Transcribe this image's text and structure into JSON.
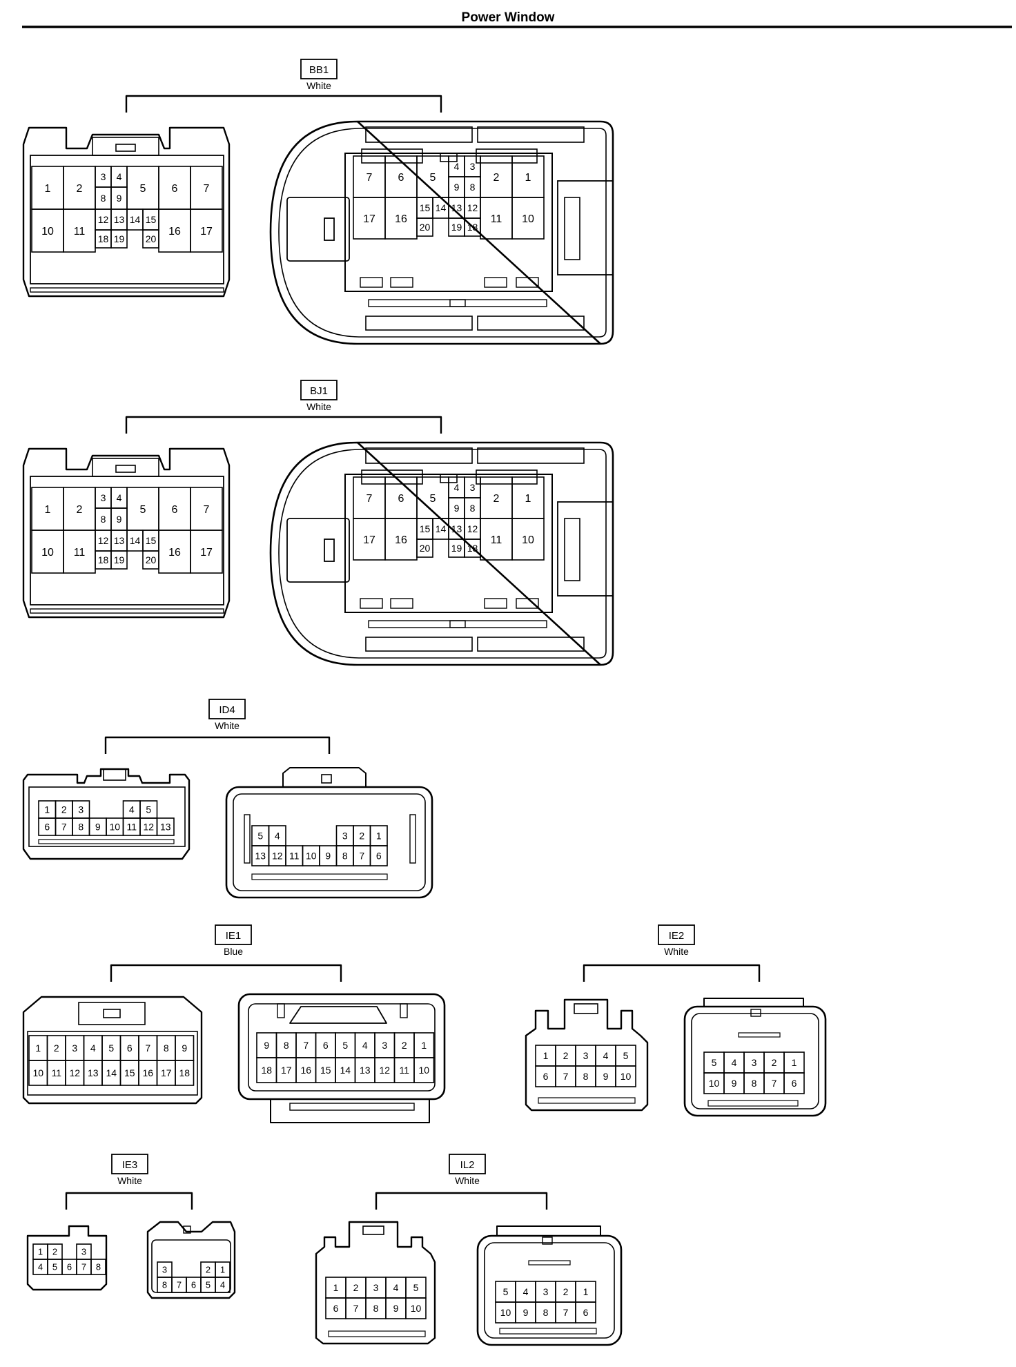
{
  "title": "Power Window",
  "connectors": [
    {
      "id": "BB1",
      "code": "BB1",
      "color": "White",
      "views": [
        {
          "pins": [
            [
              "1",
              "2",
              "3",
              "4",
              "5",
              "6",
              "7"
            ],
            [
              "8",
              "9"
            ],
            [
              "10",
              "11",
              "12",
              "13",
              "14",
              "15",
              "16",
              "17"
            ],
            [
              "18",
              "19",
              "20"
            ]
          ]
        },
        {
          "pins": [
            [
              "7",
              "6",
              "5",
              "4",
              "3",
              "2",
              "1"
            ],
            [
              "9",
              "8"
            ],
            [
              "17",
              "16",
              "15",
              "14",
              "13",
              "12",
              "11",
              "10"
            ],
            [
              "20",
              "19",
              "18"
            ]
          ]
        }
      ]
    },
    {
      "id": "BJ1",
      "code": "BJ1",
      "color": "White",
      "views": [
        {
          "pins": [
            [
              "1",
              "2",
              "3",
              "4",
              "5",
              "6",
              "7"
            ],
            [
              "8",
              "9"
            ],
            [
              "10",
              "11",
              "12",
              "13",
              "14",
              "15",
              "16",
              "17"
            ],
            [
              "18",
              "19",
              "20"
            ]
          ]
        },
        {
          "pins": [
            [
              "7",
              "6",
              "5",
              "4",
              "3",
              "2",
              "1"
            ],
            [
              "9",
              "8"
            ],
            [
              "17",
              "16",
              "15",
              "14",
              "13",
              "12",
              "11",
              "10"
            ],
            [
              "20",
              "19",
              "18"
            ]
          ]
        }
      ]
    },
    {
      "id": "ID4",
      "code": "ID4",
      "color": "White",
      "views": [
        {
          "pins": [
            [
              "1",
              "2",
              "3",
              "4",
              "5"
            ],
            [
              "6",
              "7",
              "8",
              "9",
              "10",
              "11",
              "12",
              "13"
            ]
          ]
        },
        {
          "pins": [
            [
              "5",
              "4",
              "3",
              "2",
              "1"
            ],
            [
              "13",
              "12",
              "11",
              "10",
              "9",
              "8",
              "7",
              "6"
            ]
          ]
        }
      ]
    },
    {
      "id": "IE1",
      "code": "IE1",
      "color": "Blue",
      "views": [
        {
          "pins": [
            [
              "1",
              "2",
              "3",
              "4",
              "5",
              "6",
              "7",
              "8",
              "9"
            ],
            [
              "10",
              "11",
              "12",
              "13",
              "14",
              "15",
              "16",
              "17",
              "18"
            ]
          ]
        },
        {
          "pins": [
            [
              "9",
              "8",
              "7",
              "6",
              "5",
              "4",
              "3",
              "2",
              "1"
            ],
            [
              "18",
              "17",
              "16",
              "15",
              "14",
              "13",
              "12",
              "11",
              "10"
            ]
          ]
        }
      ]
    },
    {
      "id": "IE2",
      "code": "IE2",
      "color": "White",
      "views": [
        {
          "pins": [
            [
              "1",
              "2",
              "3",
              "4",
              "5"
            ],
            [
              "6",
              "7",
              "8",
              "9",
              "10"
            ]
          ]
        },
        {
          "pins": [
            [
              "5",
              "4",
              "3",
              "2",
              "1"
            ],
            [
              "10",
              "9",
              "8",
              "7",
              "6"
            ]
          ]
        }
      ]
    },
    {
      "id": "IE3",
      "code": "IE3",
      "color": "White",
      "views": [
        {
          "pins": [
            [
              "1",
              "2",
              "3"
            ],
            [
              "4",
              "5",
              "6",
              "7",
              "8"
            ]
          ]
        },
        {
          "pins": [
            [
              "3",
              "2",
              "1"
            ],
            [
              "8",
              "7",
              "6",
              "5",
              "4"
            ]
          ]
        }
      ]
    },
    {
      "id": "IL2",
      "code": "IL2",
      "color": "White",
      "views": [
        {
          "pins": [
            [
              "1",
              "2",
              "3",
              "4",
              "5"
            ],
            [
              "6",
              "7",
              "8",
              "9",
              "10"
            ]
          ]
        },
        {
          "pins": [
            [
              "5",
              "4",
              "3",
              "2",
              "1"
            ],
            [
              "10",
              "9",
              "8",
              "7",
              "6"
            ]
          ]
        }
      ]
    }
  ]
}
